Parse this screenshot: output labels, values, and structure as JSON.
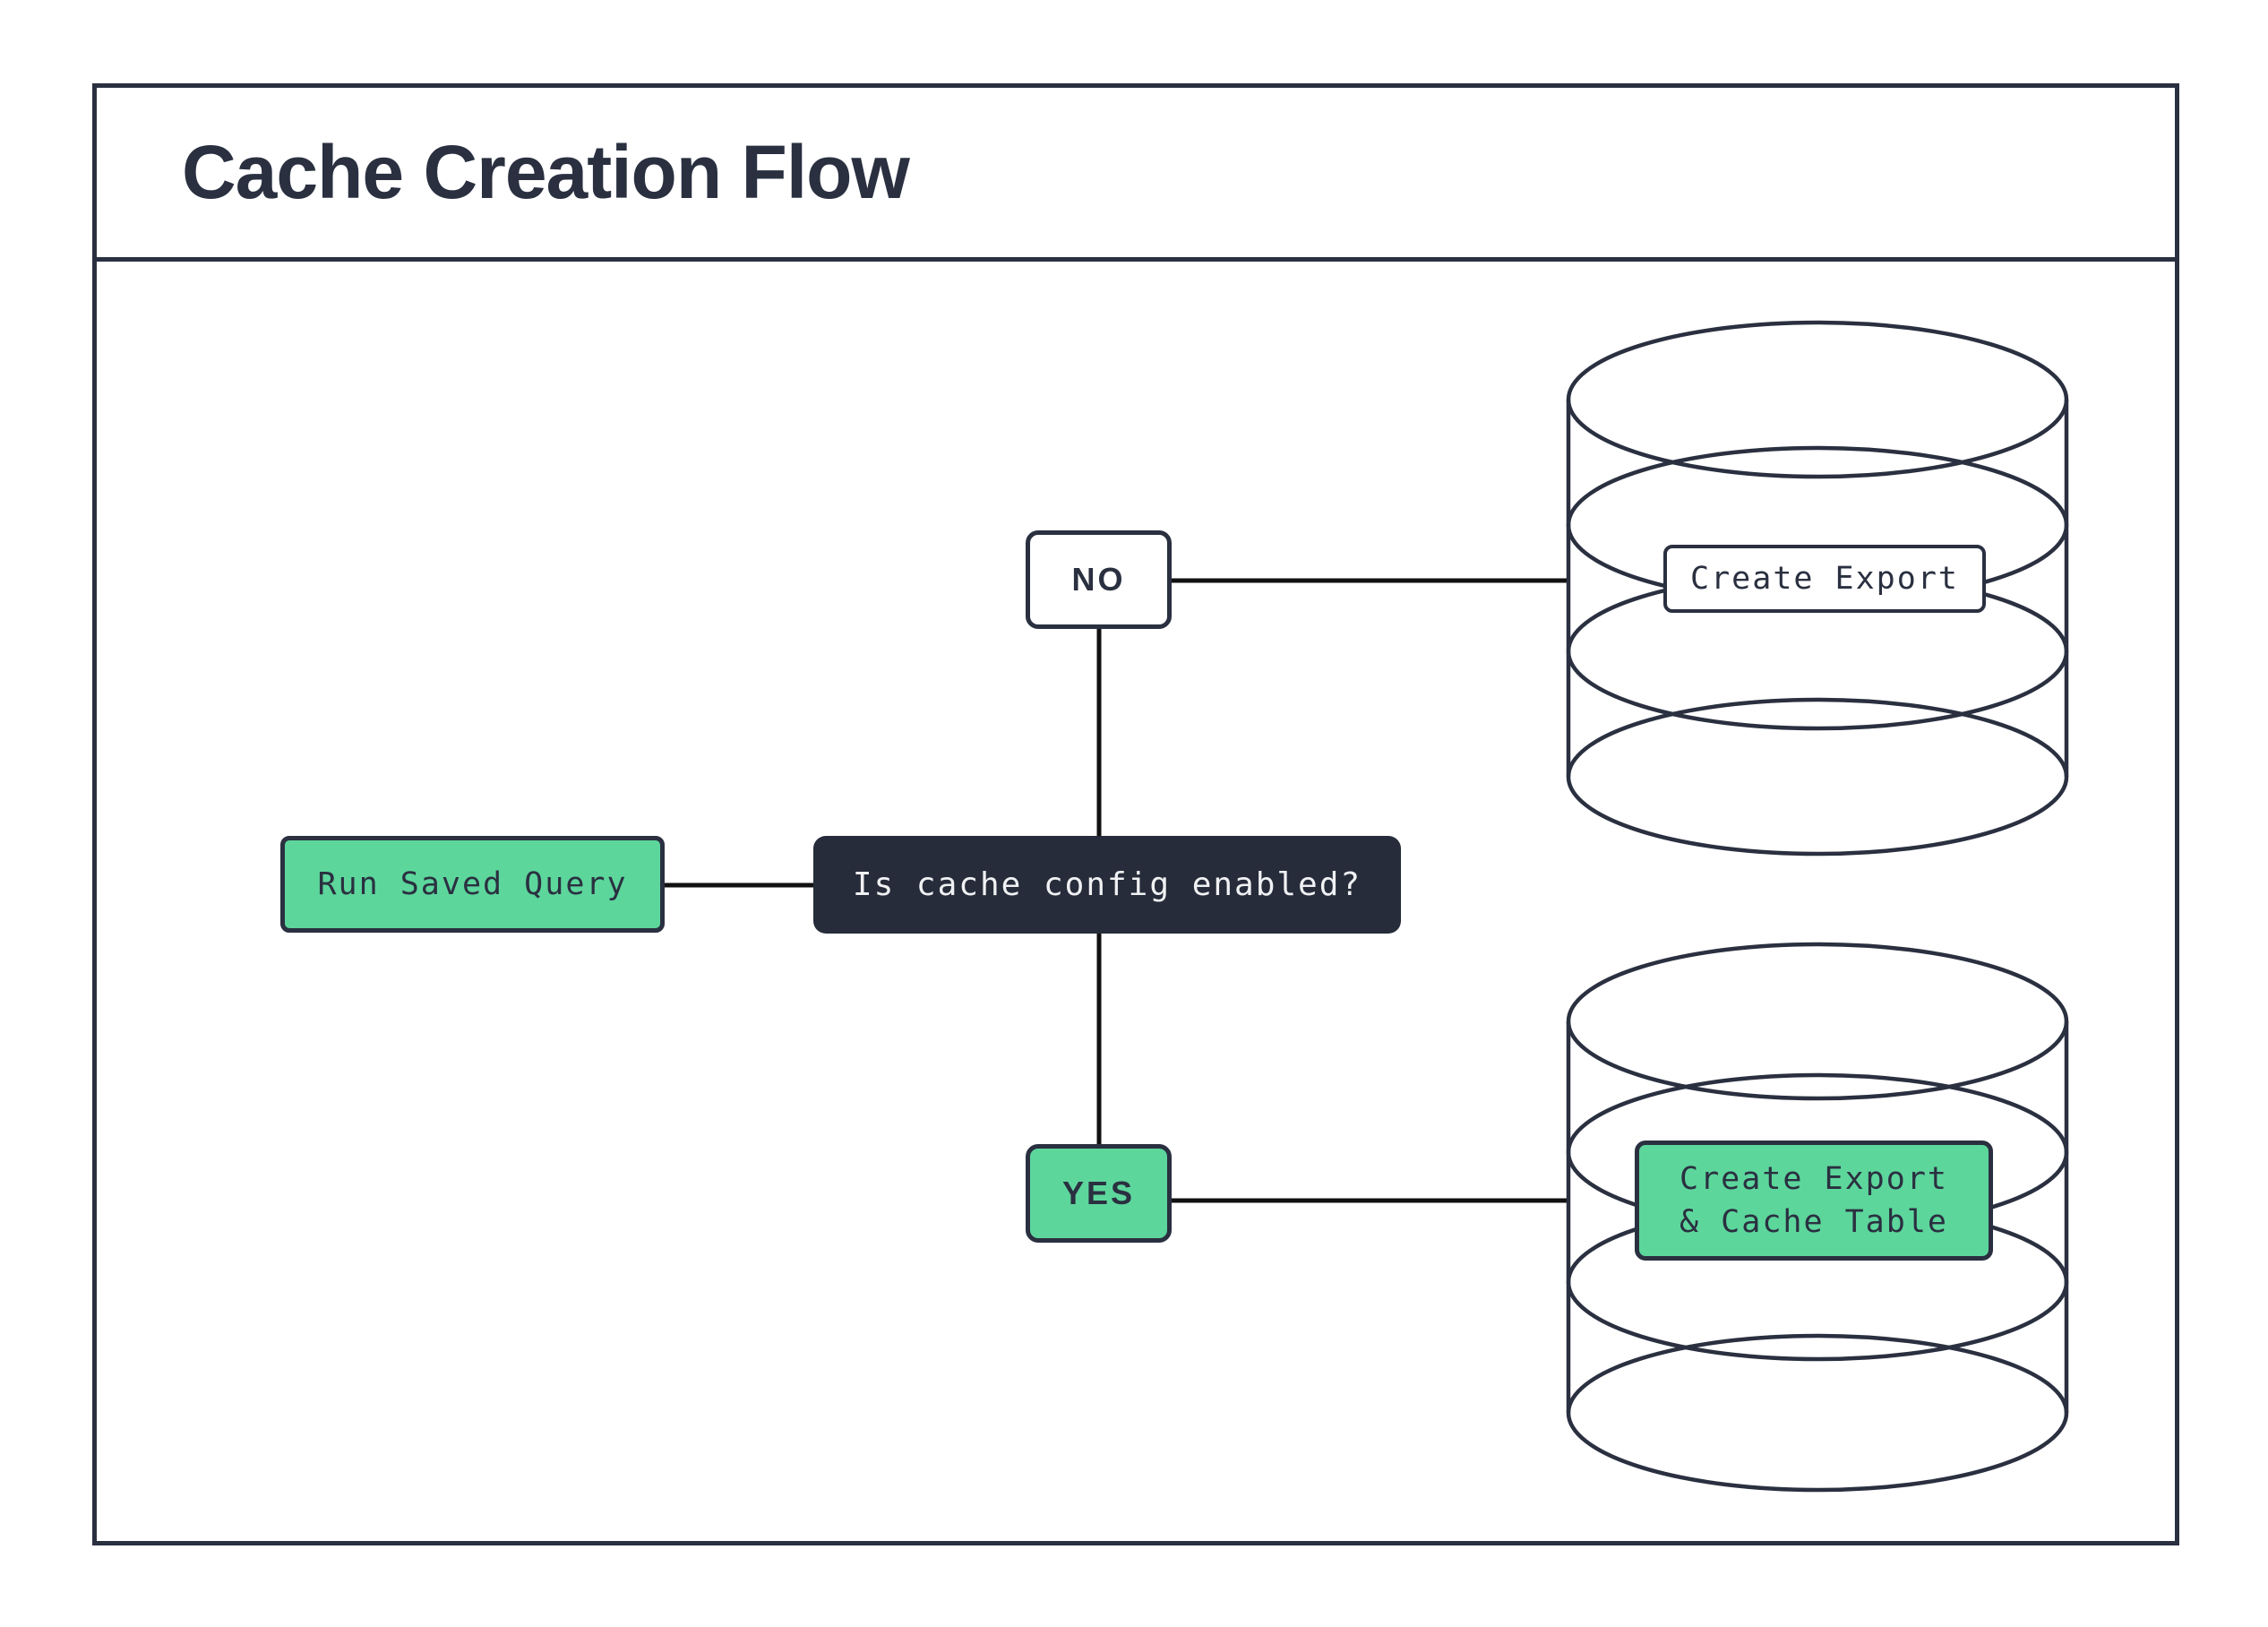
{
  "title": "Cache Creation Flow",
  "colors": {
    "ink": "#2a3040",
    "line": "#111111",
    "green": "#5dd69c",
    "decision-bg": "#262c3a",
    "decision-text": "#f0f1f3"
  },
  "nodes": {
    "start": {
      "label": "Run Saved Query"
    },
    "decision": {
      "label": "Is cache config enabled?"
    },
    "no_branch": {
      "label": "NO"
    },
    "yes_branch": {
      "label": "YES"
    },
    "no_result": {
      "label": "Create Export",
      "icon": "database-icon"
    },
    "yes_result": {
      "label_line1": "Create Export",
      "label_line2": "& Cache Table",
      "icon": "database-icon"
    }
  }
}
